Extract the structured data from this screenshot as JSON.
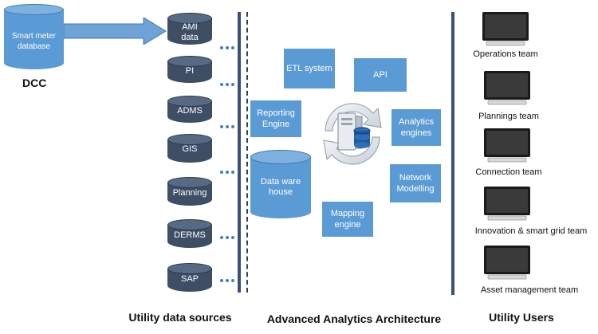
{
  "dcc": {
    "database_label": "Smart meter database",
    "label": "DCC"
  },
  "sources": [
    {
      "label": "AMI data"
    },
    {
      "label": "PI"
    },
    {
      "label": "ADMS"
    },
    {
      "label": "GIS"
    },
    {
      "label": "Planning"
    },
    {
      "label": "DERMS"
    },
    {
      "label": "SAP"
    }
  ],
  "architecture": {
    "etl": "ETL system",
    "api": "API",
    "reporting": "Reporting Engine",
    "analytics": "Analytics engines",
    "network": "Network Modelling",
    "mapping": "Mapping engine",
    "warehouse": "Data ware house"
  },
  "users": [
    {
      "label": "Operations team"
    },
    {
      "label": "Plannings team"
    },
    {
      "label": "Connection team"
    },
    {
      "label": "Innovation & smart grid team"
    },
    {
      "label": "Asset management team"
    }
  ],
  "section_titles": {
    "sources": "Utility data sources",
    "architecture": "Advanced Analytics Architecture",
    "users": "Utility Users"
  }
}
